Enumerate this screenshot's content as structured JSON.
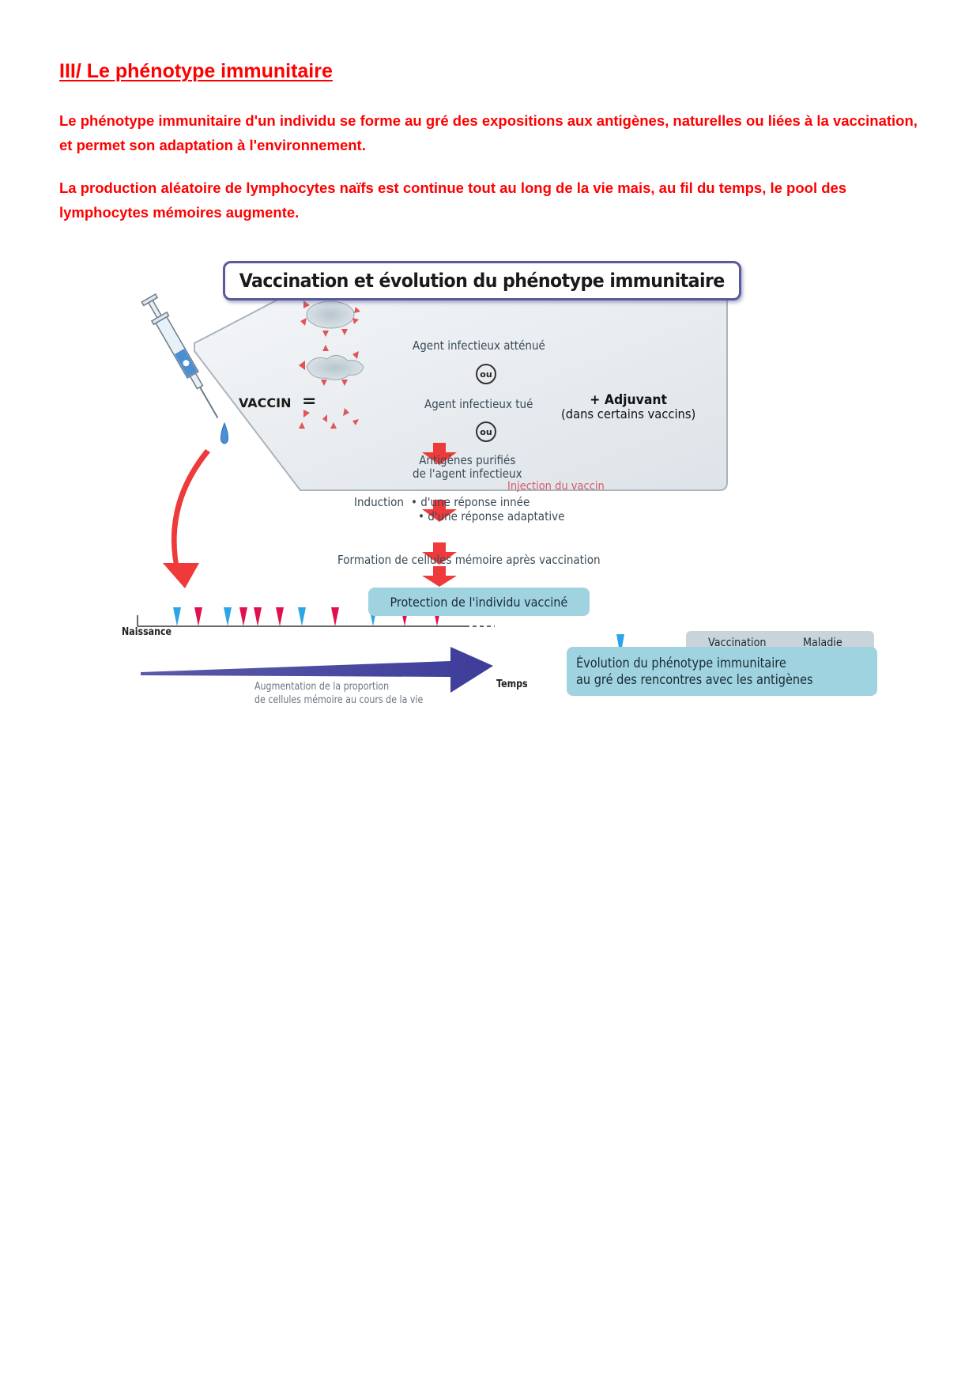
{
  "section": {
    "title": "III/ Le phénotype immunitaire",
    "paragraphs": [
      "Le phénotype immunitaire d'un individu se forme au gré des expositions aux antigènes, naturelles ou liées à la vaccination, et permet son adaptation à l'environnement.",
      "La production aléatoire de lymphocytes naïfs est continue tout au long de la vie mais, au fil du temps, le pool des lymphocytes mémoires augmente."
    ]
  },
  "figure": {
    "title": "Vaccination et évolution du phénotype immunitaire",
    "vaccine": {
      "label": "VACCIN",
      "equals": "=",
      "options": [
        "Agent infectieux atténué",
        "Agent infectieux tué",
        "Antigènes purifiés",
        "de l'agent infectieux"
      ],
      "or_label": "ou",
      "adjuvant": "+ Adjuvant",
      "adjuvant_note": "(dans certains vaccins)"
    },
    "flow": {
      "injection": "Injection du vaccin",
      "induction": "Induction",
      "induction_bullet1": "• d'une réponse innée",
      "induction_bullet2": "• d'une réponse adaptative",
      "formation": "Formation de cellules mémoire après vaccination",
      "protection": "Protection de l'individu vacciné"
    },
    "timeline": {
      "start_label": "Naissance",
      "end_label": "Temps",
      "events": [
        "vaccination",
        "maladie",
        "vaccination",
        "maladie",
        "maladie",
        "maladie",
        "vaccination",
        "maladie",
        "vaccination",
        "maladie",
        "maladie"
      ]
    },
    "legend": {
      "vaccination": "Vaccination",
      "maladie": "Maladie"
    },
    "colors": {
      "vaccination": "#2aa6e6",
      "maladie": "#e0104f",
      "arrow_red": "#ee3a3a",
      "arrow_blue": "#3d3d9a",
      "box_blue": "#9fd3e0"
    },
    "evolution": {
      "line1": "Évolution du phénotype immunitaire",
      "line2": "au gré des rencontres avec les antigènes"
    },
    "augmentation": {
      "line1": "Augmentation de la proportion",
      "line2": "de cellules mémoire au cours de la vie"
    }
  }
}
